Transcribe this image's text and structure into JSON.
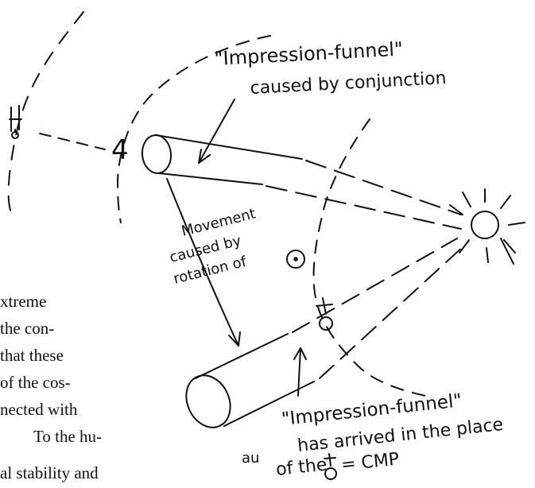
{
  "diagram": {
    "top_label_line1": "\"Impression-funnel\"",
    "top_label_line2": "caused by conjunction",
    "movement_line1": "Movement",
    "movement_line2": "caused by",
    "movement_line3": "rotation of",
    "bottom_label_line1": "\"Impression-funnel\"",
    "bottom_label_line2": "has arrived in the place",
    "bottom_label_line3": "of the",
    "bottom_label_cmp": "= CMP",
    "jupiter_symbol": "4",
    "uranus_symbol_name": "uranus-icon",
    "sun_symbol_name": "sun-icon",
    "mercury_symbol_name": "mercury-icon"
  },
  "page_text": {
    "line1": "xtreme",
    "line2": "the con-",
    "line3": "that these",
    "line4": "of the cos-",
    "line5": "nected with",
    "line6": "To the hu-",
    "line7": "al stability and",
    "stray": "au"
  },
  "colors": {
    "ink": "#111111",
    "paper": "#ffffff"
  }
}
